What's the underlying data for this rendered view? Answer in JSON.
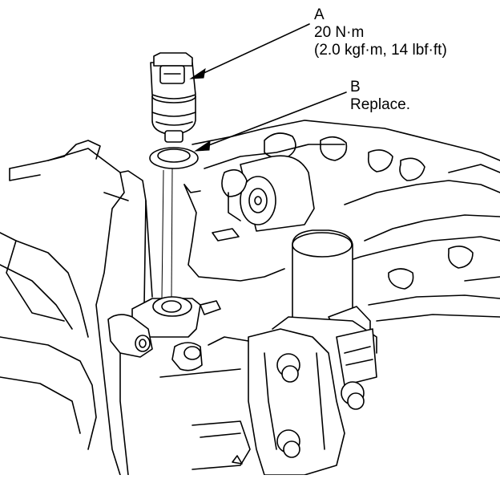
{
  "callouts": {
    "a": {
      "letter": "A",
      "torque": "20 N·m",
      "torque_alt": "(2.0 kgf·m, 14 lbf·ft)"
    },
    "b": {
      "letter": "B",
      "note": "Replace."
    }
  },
  "colors": {
    "ink": "#000000",
    "paper": "#ffffff"
  }
}
